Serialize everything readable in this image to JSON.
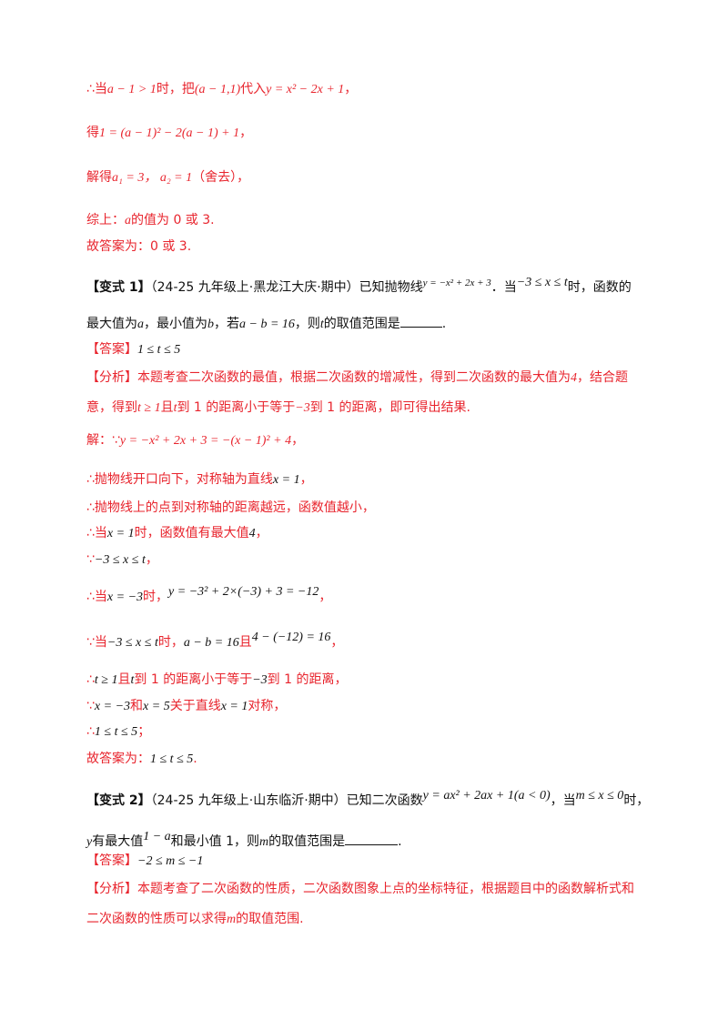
{
  "lines": {
    "l1": {
      "a": "∴当",
      "m1": "a − 1 > 1",
      "b": "时，把",
      "m2": "(a − 1,1)",
      "c": "代入",
      "m3": "y = x² − 2x + 1",
      "d": "，"
    },
    "l2": {
      "a": "得",
      "m1": "1 = (a − 1)² − 2(a − 1) + 1",
      "b": "，"
    },
    "l3": {
      "a": "解得",
      "m1": "a₁ = 3， a₂ = 1",
      "b": "（舍去），"
    },
    "l4": {
      "a": "综上：",
      "m1": "a",
      "b": "的值为 0 或 3."
    },
    "l5": {
      "a": "故答案为：0 或 3."
    },
    "v1_1": {
      "tag": "【变式 1】",
      "src": "（24-25 九年级上·黑龙江大庆·期中）已知抛物线",
      "m1": "y = −x² + 2x + 3",
      "b": "．当",
      "m2": "−3 ≤ x ≤ t",
      "c": "时，函数的"
    },
    "v1_2": {
      "a": "最大值为",
      "m1": "a",
      "b": "，最小值为",
      "m2": "b",
      "c": "，若",
      "m3": "a − b = 16",
      "d": "，则",
      "m4": "t",
      "e": "的取值范围是",
      "f": "."
    },
    "v1_ans": {
      "tag": "【答案】",
      "m1": "1 ≤ t ≤ 5"
    },
    "v1_an1": {
      "tag": "【分析】",
      "a": "本题考查二次函数的最值，根据二次函数的增减性，得到二次函数的最大值为",
      "m1": "4",
      "b": "，结合题"
    },
    "v1_an2": {
      "a": "意，得到",
      "m1": "t ≥ 1",
      "b": "且",
      "m2": "t",
      "c": "到 1 的距离小于等于",
      "m3": "−3",
      "d": "到 1 的距离，即可得出结果."
    },
    "s1": {
      "a": "解：∵",
      "m1": "y = −x² + 2x + 3 = −(x − 1)² + 4",
      "b": "，"
    },
    "s2": {
      "a": "∴抛物线开口向下，对称轴为直线",
      "m1": "x = 1",
      "b": "，"
    },
    "s3": {
      "a": "∴抛物线上的点到对称轴的距离越远，函数值越小，"
    },
    "s4": {
      "a": "∴当",
      "m1": "x = 1",
      "b": "时，函数值有最大值",
      "m2": "4",
      "c": "，"
    },
    "s5": {
      "a": "∵",
      "m1": "−3 ≤ x ≤ t",
      "b": "，"
    },
    "s6": {
      "a": "∴当",
      "m1": "x = −3",
      "b": "时，",
      "m2": "y = −3² + 2×(−3) + 3 = −12",
      "c": "，"
    },
    "s7": {
      "a": "∵当",
      "m1": "−3 ≤ x ≤ t",
      "b": "时，",
      "m2": "a − b = 16",
      "c": "且",
      "m3": "4 − (−12) = 16",
      "d": "，"
    },
    "s8": {
      "a": "∴",
      "m1": "t ≥ 1",
      "b": "且",
      "m2": "t",
      "c": "到 1 的距离小于等于",
      "m3": "−3",
      "d": "到 1 的距离，"
    },
    "s9": {
      "a": "∵",
      "m1": "x = −3",
      "b": "和",
      "m2": "x = 5",
      "c": "关于直线",
      "m3": "x = 1",
      "d": "对称，"
    },
    "s10": {
      "a": "∴",
      "m1": "1 ≤ t ≤ 5",
      "b": "；"
    },
    "s11": {
      "a": "故答案为：",
      "m1": "1 ≤ t ≤ 5",
      "b": "."
    },
    "v2_1": {
      "tag": "【变式 2】",
      "src": "（24-25 九年级上·山东临沂·期中）已知二次函数",
      "m1": "y = ax² + 2ax + 1(a < 0)",
      "b": "，当",
      "m2": "m ≤ x ≤ 0",
      "c": "时，"
    },
    "v2_2": {
      "m0": "y",
      "a": "有最大值",
      "m1": "1 − a",
      "b": "和最小值 1，则",
      "m2": "m",
      "c": "的取值范围是",
      "d": "."
    },
    "v2_ans": {
      "tag": "【答案】",
      "m1": "−2 ≤ m ≤ −1"
    },
    "v2_an1": {
      "tag": "【分析】",
      "a": "本题考查了二次函数的性质，二次函数图象上点的坐标特征，根据题目中的函数解析式和"
    },
    "v2_an2": {
      "a": "二次函数的性质可以求得",
      "m1": "m",
      "b": "的取值范围."
    }
  }
}
